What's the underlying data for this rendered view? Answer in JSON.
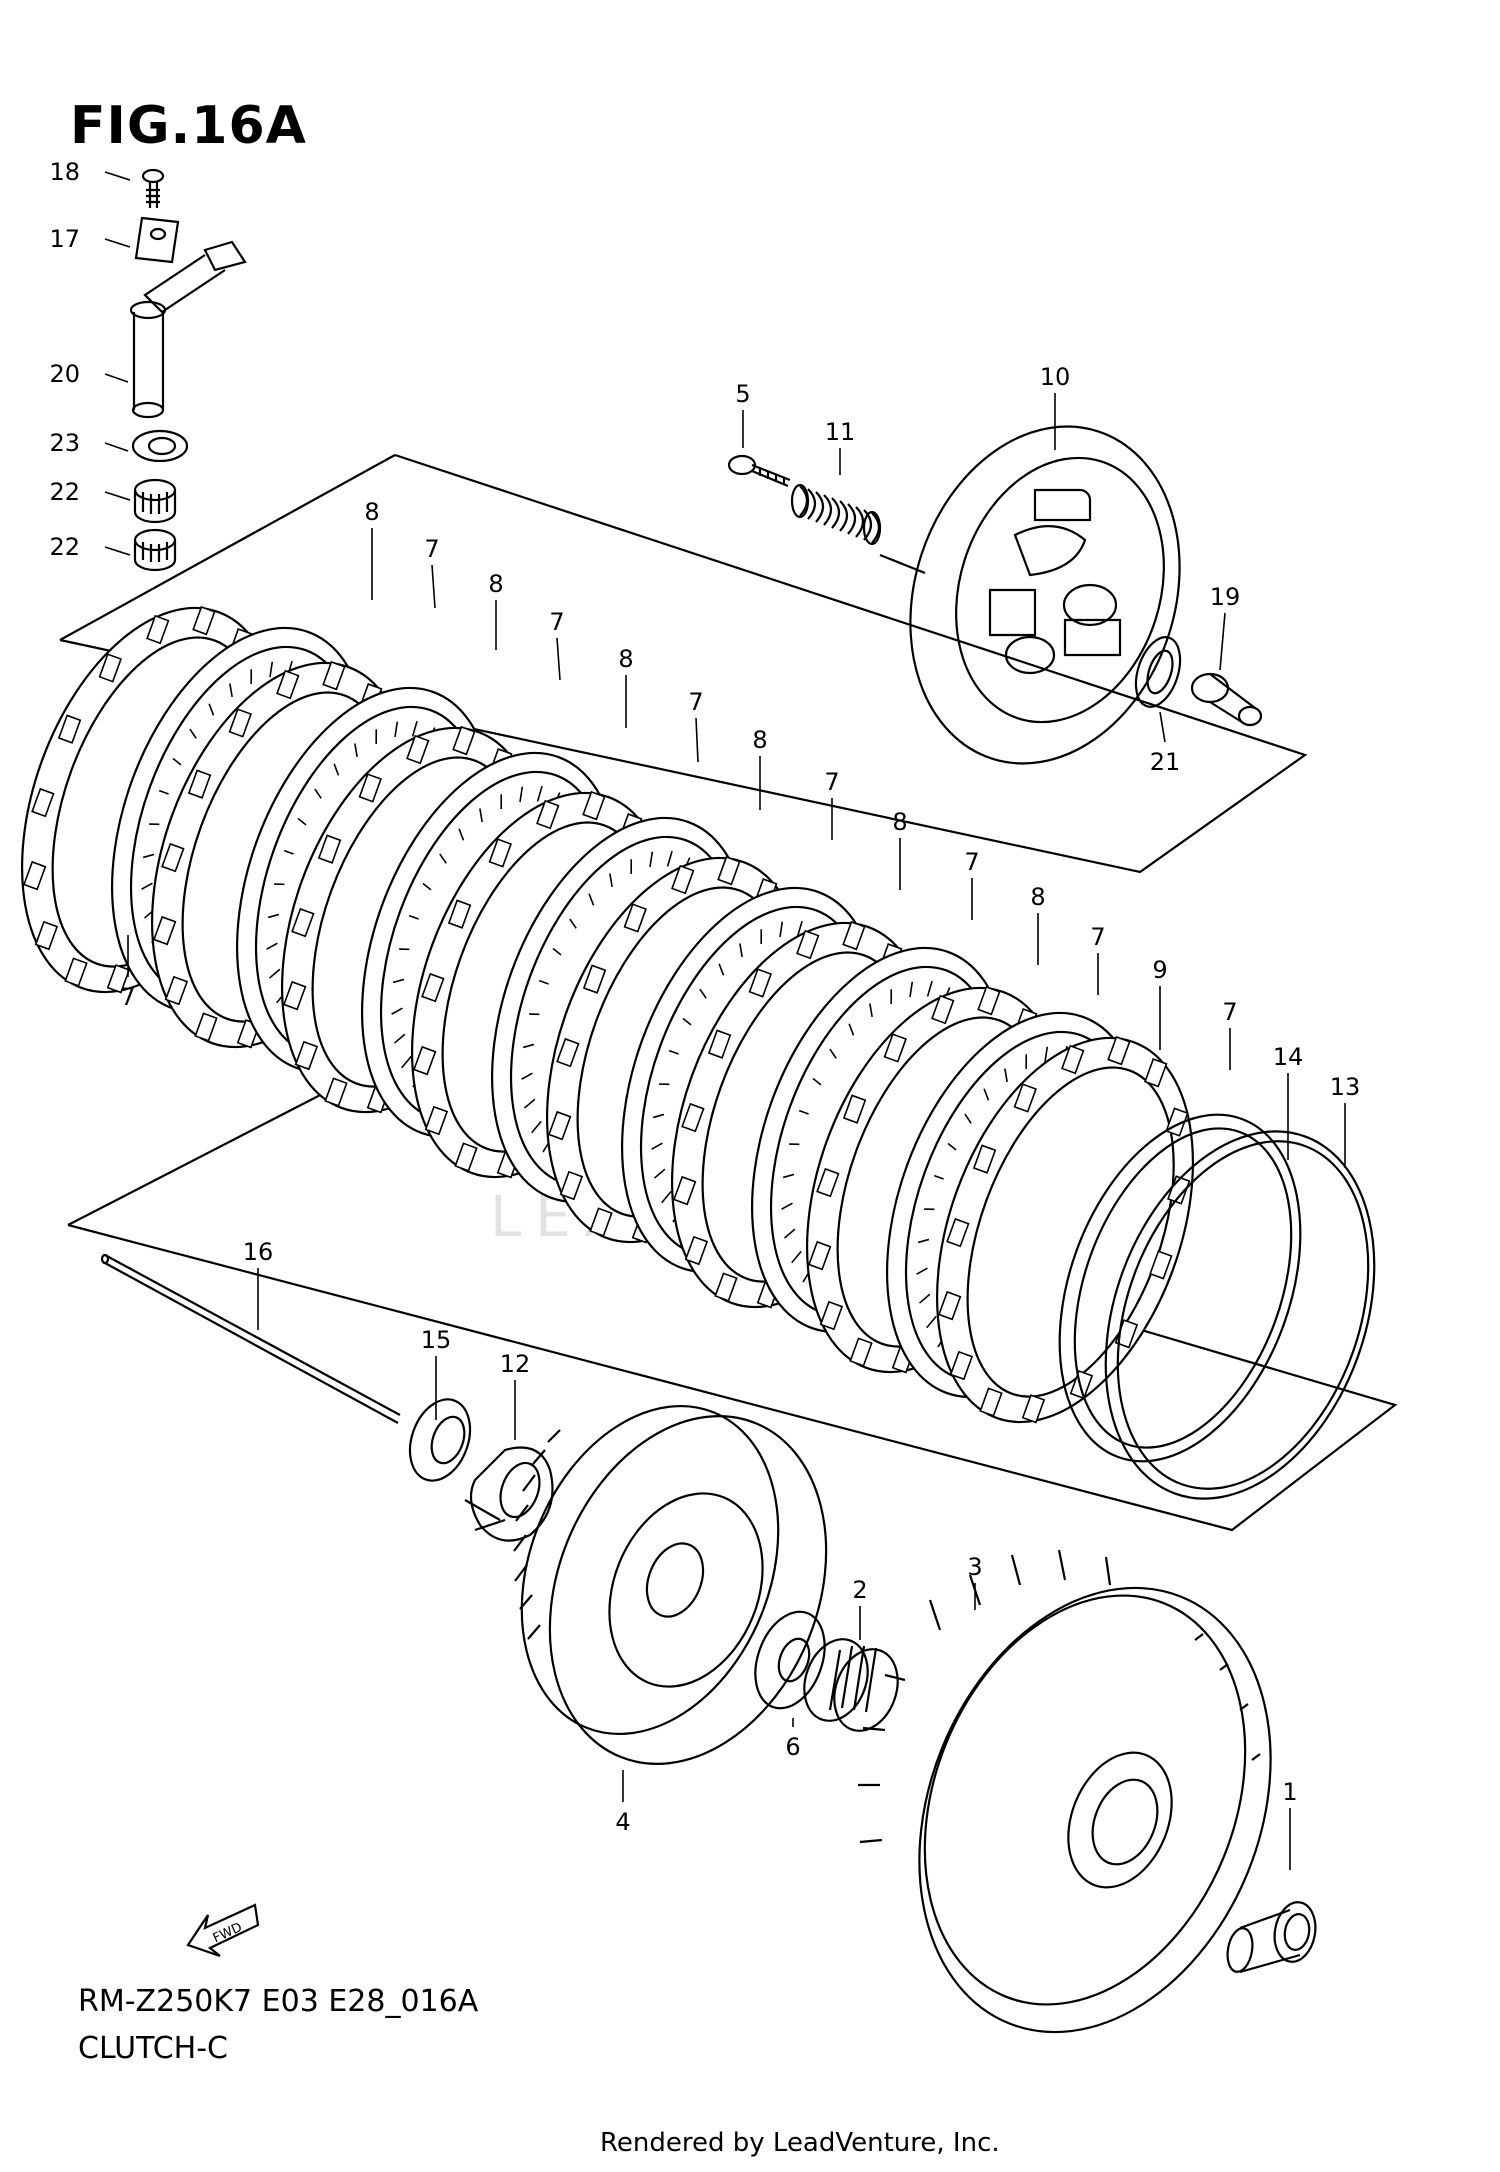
{
  "figure_title": "FIG.16A",
  "model_code": "RM-Z250K7 E03 E28_016A",
  "section_name": "CLUTCH-C",
  "footer_text": "Rendered by LeadVenture, Inc.",
  "watermark_text": "LEADVENTURE",
  "fwd_label": "FWD",
  "callout_numbers": [
    "18",
    "17",
    "20",
    "23",
    "22",
    "22",
    "5",
    "11",
    "10",
    "19",
    "21",
    "8",
    "7",
    "8",
    "7",
    "8",
    "7",
    "8",
    "7",
    "8",
    "7",
    "8",
    "7",
    "9",
    "7",
    "14",
    "13",
    "7",
    "16",
    "15",
    "12",
    "2",
    "3",
    "6",
    "4",
    "1"
  ]
}
